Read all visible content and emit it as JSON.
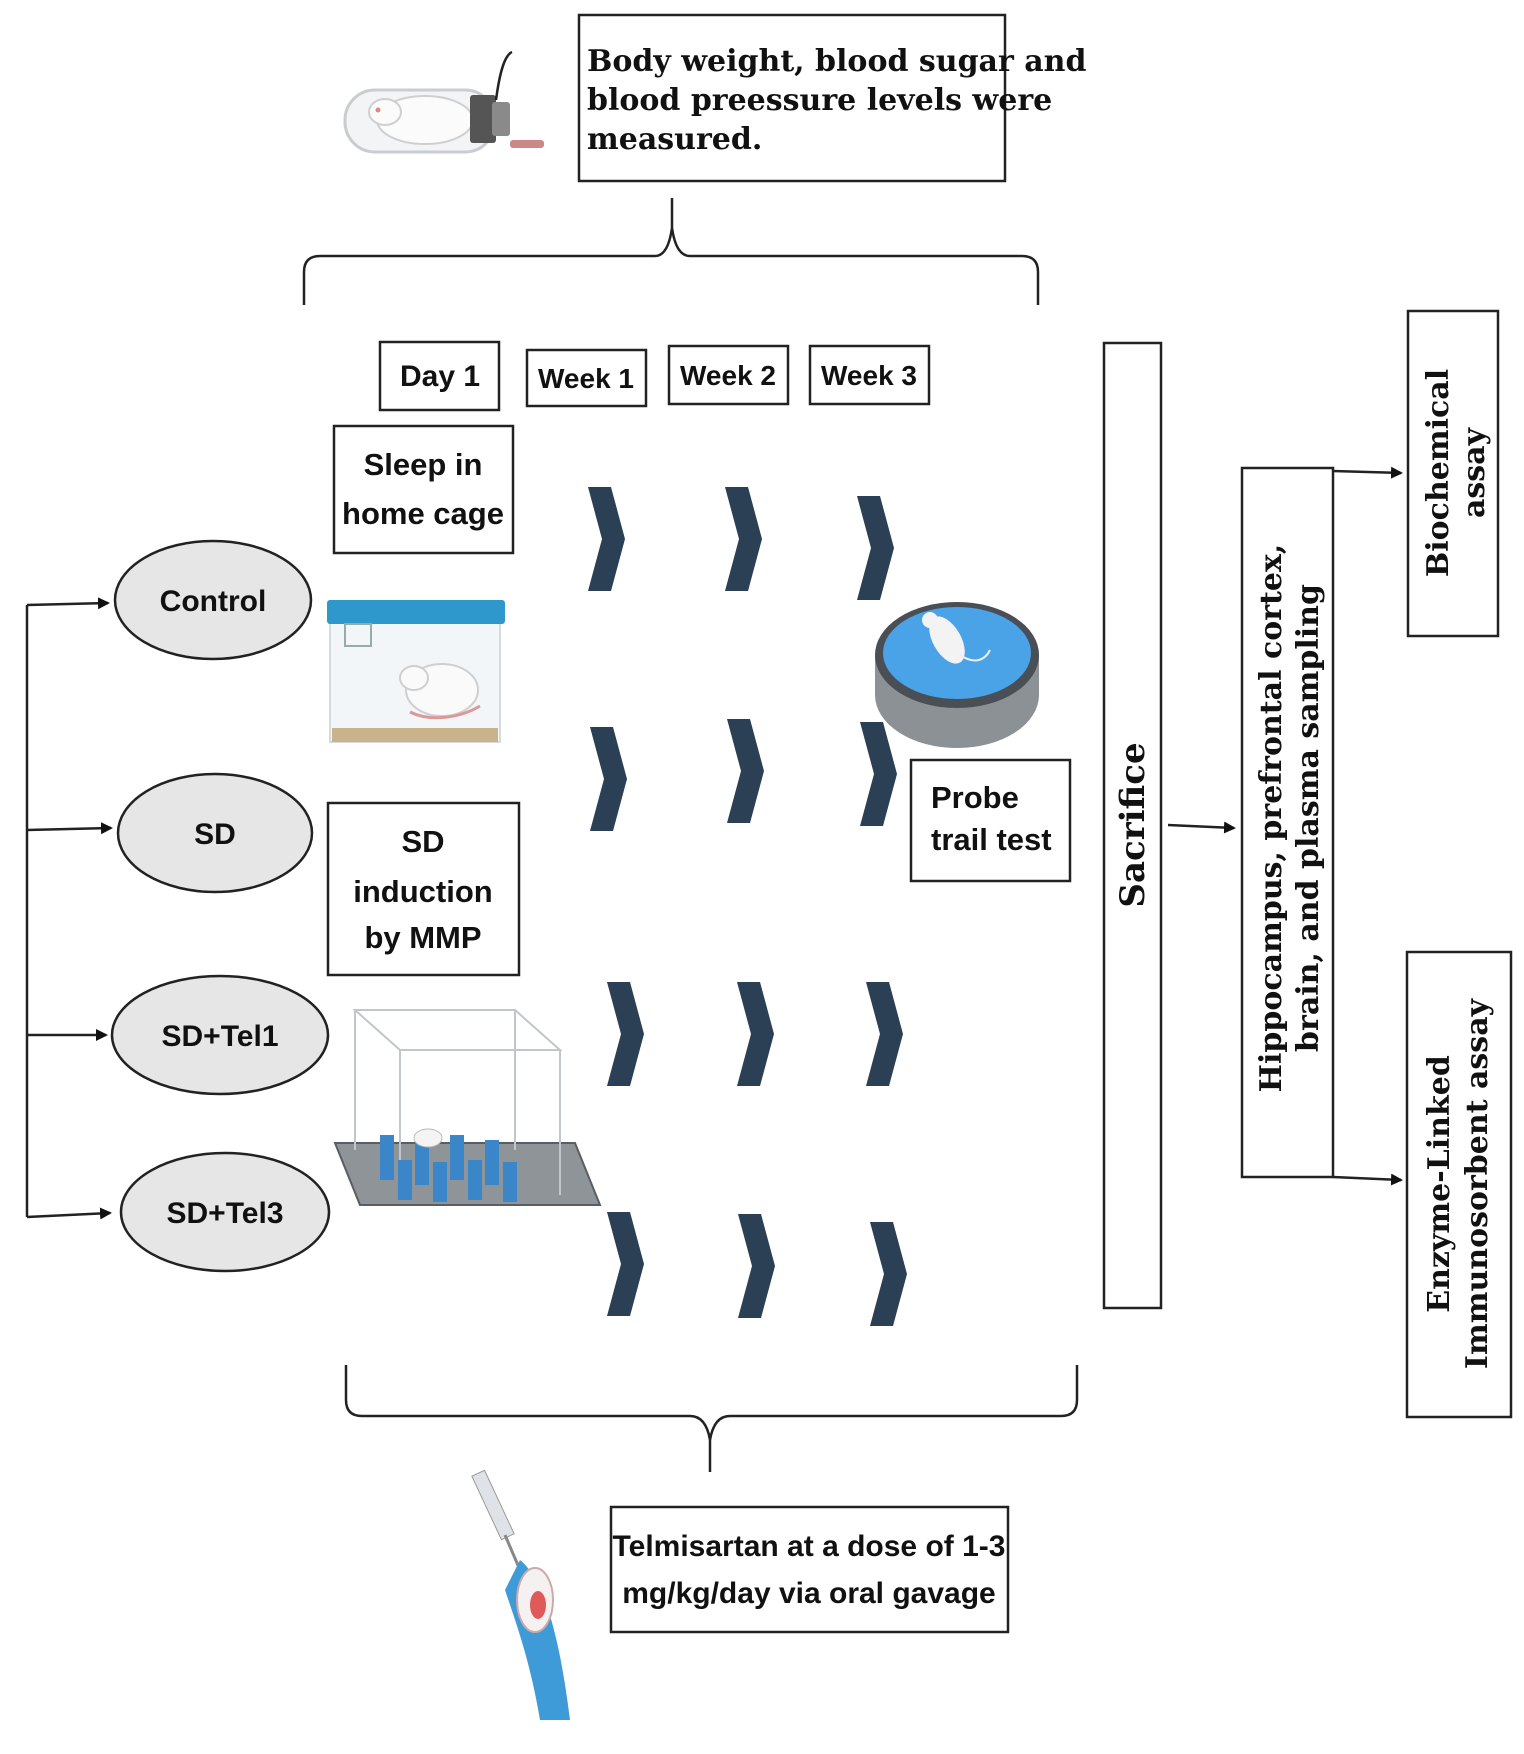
{
  "top_note": {
    "lines": [
      "Body weight, blood sugar and",
      "blood preessure levels were",
      "measured."
    ]
  },
  "timeline": [
    "Day 1",
    "Week 1",
    "Week 2",
    "Week 3"
  ],
  "groups": [
    "Control",
    "SD",
    "SD+Tel1",
    "SD+Tel3"
  ],
  "sleep_box": {
    "lines": [
      "Sleep in",
      "home cage"
    ]
  },
  "sd_box": {
    "lines": [
      "SD",
      "induction",
      "by MMP"
    ]
  },
  "probe_box": {
    "lines": [
      "Probe",
      "trail test"
    ]
  },
  "sacrifice": "Sacrifice",
  "sampling": {
    "lines": [
      "Hippocampus, prefrontal cortex,",
      "brain, and plasma sampling"
    ]
  },
  "biochem": {
    "lines": [
      "Biochemical",
      "assay"
    ]
  },
  "elisa": {
    "lines": [
      "Enzyme-Linked",
      "Immunosorbent assay"
    ]
  },
  "bottom_note": {
    "lines": [
      "Telmisartan at a dose of 1-3",
      "mg/kg/day via oral gavage"
    ]
  },
  "colors": {
    "chevron": "#2b3f55",
    "ellipse": "#e6e6e6",
    "cage_lid": "#2e97cc",
    "pool_water": "#49a3e6",
    "platform": "#3a86c8"
  },
  "icons": [
    "rat-restrainer-icon",
    "home-cage-icon",
    "water-maze-icon",
    "mmp-platform-icon",
    "oral-gavage-icon"
  ]
}
